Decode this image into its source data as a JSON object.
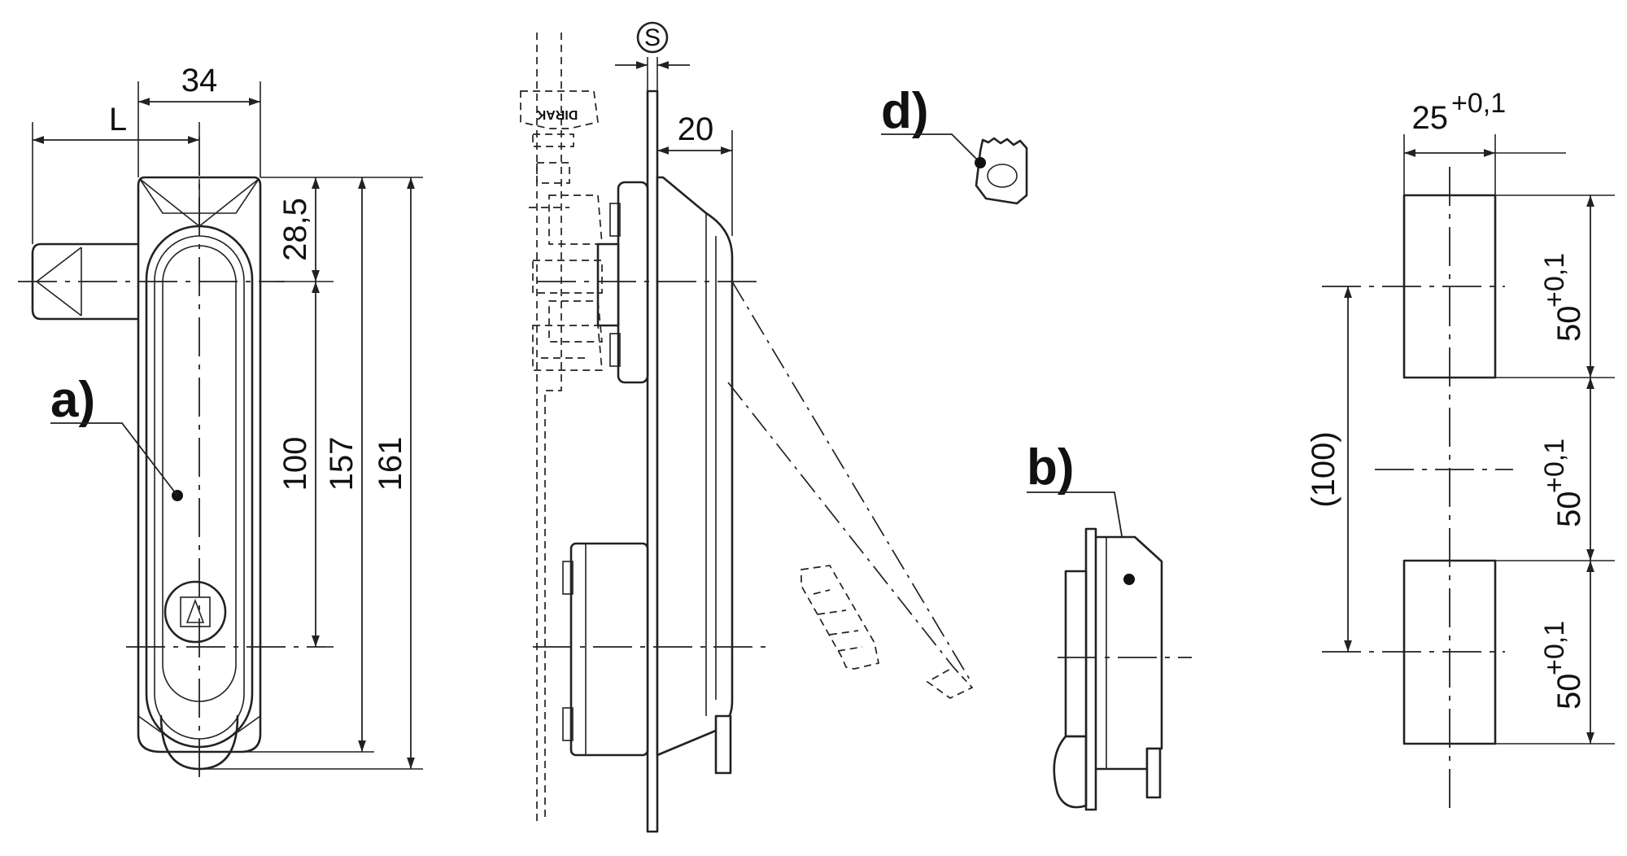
{
  "callouts": {
    "a": "a)",
    "b": "b)",
    "d": "d)"
  },
  "front_view": {
    "dim_width": "34",
    "dim_offset": "L",
    "dim_top": "28,5",
    "dim_pitch": "100",
    "dim_length_inner": "157",
    "dim_length_total": "161"
  },
  "side_view": {
    "dim_sheet": "S",
    "dim_depth": "20",
    "insert_text": "DIRAK"
  },
  "cutout": {
    "dim_width_base": "25",
    "dim_width_tol": "+0,1",
    "dim_h1_base": "50",
    "dim_h1_tol": "+0,1",
    "dim_h2_base": "50",
    "dim_h2_tol": "+0,1",
    "dim_h3_base": "50",
    "dim_h3_tol": "+0,1",
    "dim_pitch": "(100)"
  }
}
